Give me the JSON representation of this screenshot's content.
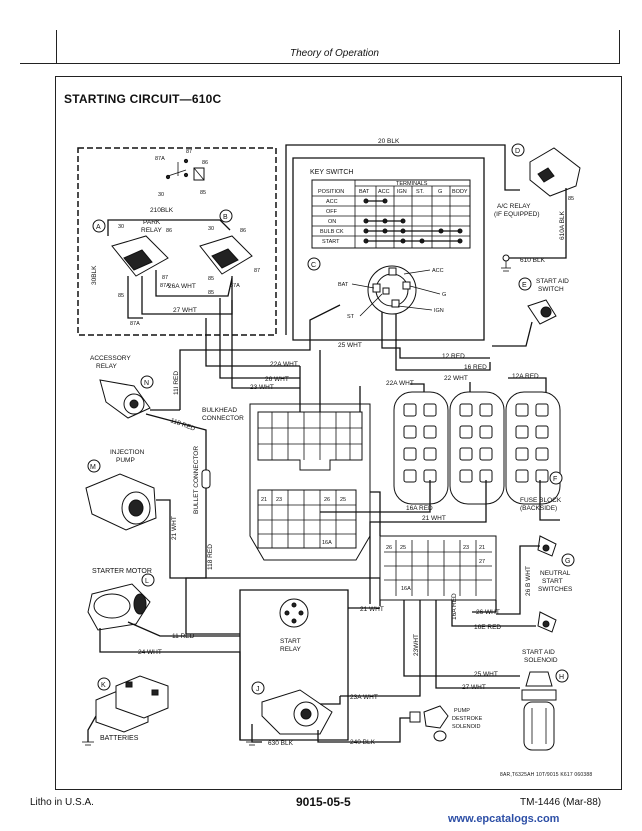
{
  "header": {
    "section": "Theory of Operation"
  },
  "diagram": {
    "title": "STARTING CIRCUIT—610C",
    "components": {
      "park_relay": {
        "id": "A",
        "label_1": "PARK",
        "label_2": "RELAY"
      },
      "relay_b": {
        "id": "B"
      },
      "key_switch": {
        "id": "C",
        "label": "KEY SWITCH"
      },
      "ac_relay": {
        "id": "D",
        "label_1": "A/C RELAY",
        "label_2": "(IF EQUIPPED)"
      },
      "start_aid_switch": {
        "id": "E",
        "label_1": "START AID",
        "label_2": "SWITCH"
      },
      "fuse_block": {
        "id": "F",
        "label_1": "FUSE BLOCK",
        "label_2": "(BACKSIDE)"
      },
      "neutral_start_switches": {
        "id": "G",
        "label_1": "NEUTRAL",
        "label_2": "START",
        "label_3": "SWITCHES"
      },
      "start_aid_solenoid": {
        "id": "H",
        "label_1": "START AID",
        "label_2": "SOLENOID"
      },
      "start_relay": {
        "id": "J",
        "label_1": "START",
        "label_2": "RELAY"
      },
      "batteries": {
        "id": "K",
        "label": "BATTERIES"
      },
      "starter_motor": {
        "id": "L",
        "label": "STARTER MOTOR"
      },
      "injection_pump": {
        "id": "M",
        "label_1": "INJECTION",
        "label_2": "PUMP"
      },
      "accessory_relay": {
        "id": "N",
        "label_1": "ACCESSORY",
        "label_2": "RELAY"
      },
      "bulkhead_connector": {
        "label_1": "BULKHEAD",
        "label_2": "CONNECTOR"
      },
      "bullet_connector": {
        "label": "BULLET CONNECTOR"
      },
      "pump_destroke": {
        "label_1": "PUMP",
        "label_2": "DESTROKE",
        "label_3": "SOLENOID"
      }
    },
    "key_switch_table": {
      "terminals_header": "TERMINALS",
      "columns": [
        "POSITION",
        "BAT",
        "ACC",
        "IGN",
        "ST.",
        "G",
        "BODY"
      ],
      "rows": [
        "ACC",
        "OFF",
        "ON",
        "BULB CK",
        "START"
      ]
    },
    "key_terminals": {
      "acc": "ACC",
      "bat": "BAT",
      "g": "G",
      "st": "ST",
      "ign": "IGN"
    },
    "relay_pins": {
      "p30": "30",
      "p86": "86",
      "p87": "87",
      "p87a": "87A",
      "p85": "85"
    },
    "relay_pins_b": {
      "p30": "30",
      "p86": "86",
      "p87": "87",
      "p87a": "87A",
      "p85": "85"
    },
    "schematic_pins": {
      "p87a": "87A",
      "p87": "87",
      "p86": "86",
      "p30": "30",
      "p85": "85"
    },
    "ac_relay_pin": "85",
    "bulkhead_cells": [
      "21",
      "23",
      "26",
      "25",
      "16A"
    ],
    "connector_cells": [
      "26",
      "25",
      "23",
      "21",
      "27",
      "16A"
    ],
    "wires": {
      "w20blk": "20 BLK",
      "w210blk": "210BLK",
      "w30blk": "30BLK",
      "w26awht": "26A WHT",
      "w27wht": "27 WHT",
      "w610ablk": "610A BLK",
      "w610blk": "610 BLK",
      "w25wht": "25 WHT",
      "w22awht": "22A WHT",
      "w26wht": "26 WHT",
      "w23wht": "23 WHT",
      "w12red": "12 RED",
      "w16red": "16 RED",
      "w22wht": "22 WHT",
      "w22awht2": "22A WHT",
      "w12ared": "12A RED",
      "w11ired": "11I RED",
      "w118red": "118 RED",
      "w118red2": "118 RED",
      "w21wht": "21 WHT",
      "w16ared": "16A RED",
      "w21wht2": "21 WHT",
      "w21wht3": "21 WHT",
      "w26bwht": "26 B WHT",
      "w26wht2": "26 WHT",
      "w16ared2": "16A RED",
      "w16ered": "16E RED",
      "w23wht2": "23WHT",
      "w11red": "11 RED",
      "w24wht": "24 WHT",
      "w25wht2": "25 WHT",
      "w27wht2": "27 WHT",
      "w23awht": "23A WHT",
      "w630blk": "630 BLK",
      "w240blk": "240 BLK"
    },
    "ref_code": "8AR,T6325AH 10T/9015 K617 060388"
  },
  "footer": {
    "left": "Litho in U.S.A.",
    "center": "9015-05-5",
    "right": "TM-1446 (Mar-88)",
    "watermark": "www.epcatalogs.com"
  }
}
